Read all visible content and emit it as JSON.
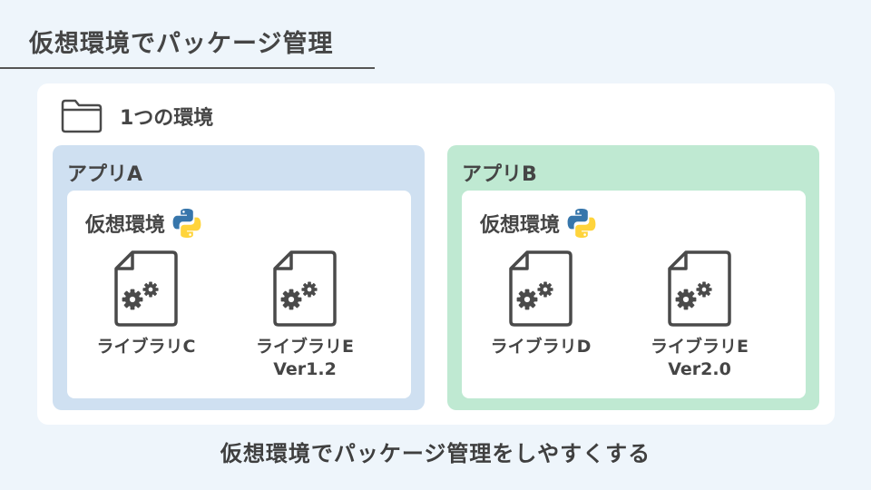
{
  "title": "仮想環境でパッケージ管理",
  "environment": {
    "label": "1つの環境",
    "icon": "folder-icon"
  },
  "apps": [
    {
      "name": "アプリA",
      "color": "#cfe0f1",
      "venv": {
        "label": "仮想環境",
        "icon": "python-icon",
        "libraries": [
          {
            "name": "ライブラリC",
            "version": ""
          },
          {
            "name": "ライブラリE",
            "version": "Ver1.2"
          }
        ]
      }
    },
    {
      "name": "アプリB",
      "color": "#bfe9d2",
      "venv": {
        "label": "仮想環境",
        "icon": "python-icon",
        "libraries": [
          {
            "name": "ライブラリD",
            "version": ""
          },
          {
            "name": "ライブラリE",
            "version": "Ver2.0"
          }
        ]
      }
    }
  ],
  "library_icon": "gear-document-icon",
  "caption": "仮想環境でパッケージ管理をしやすくする",
  "colors": {
    "background": "#eef5fb",
    "python_blue": "#3776ab",
    "python_yellow": "#ffd43b"
  }
}
